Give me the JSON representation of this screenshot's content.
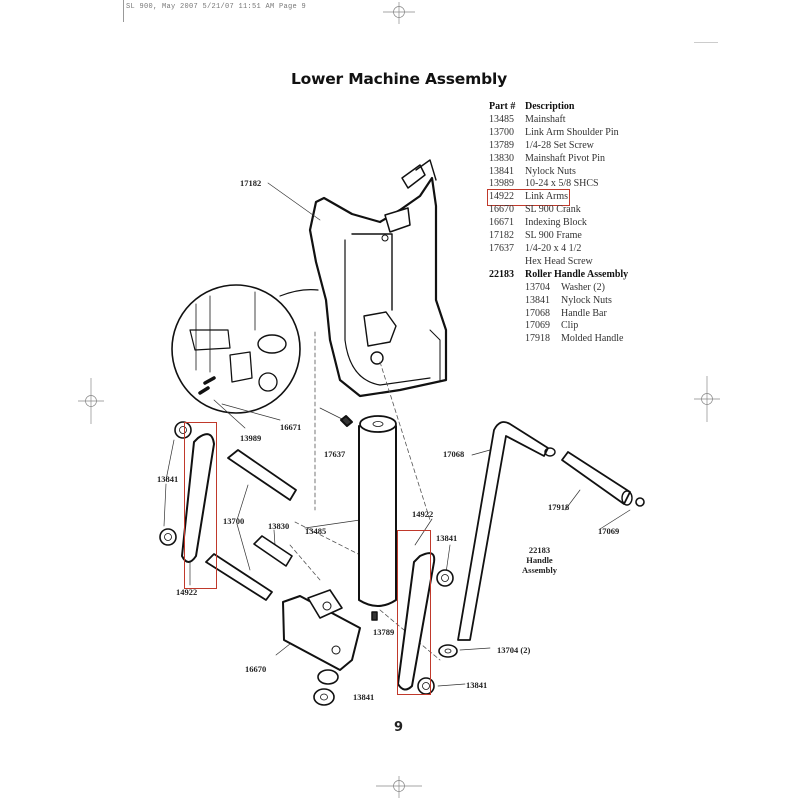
{
  "slug": "SL 900, May 2007  5/21/07  11:51 AM  Page 9",
  "title": "Lower Machine Assembly",
  "parts_list": {
    "header": {
      "part": "Part #",
      "description": "Description"
    },
    "items": [
      {
        "part": "13485",
        "description": "Mainshaft"
      },
      {
        "part": "13700",
        "description": "Link Arm Shoulder Pin"
      },
      {
        "part": "13789",
        "description": "1/4-28 Set Screw"
      },
      {
        "part": "13830",
        "description": "Mainshaft Pivot Pin"
      },
      {
        "part": "13841",
        "description": "Nylock Nuts"
      },
      {
        "part": "13989",
        "description": "10-24 x 5/8 SHCS"
      },
      {
        "part": "14922",
        "description": "Link Arms"
      },
      {
        "part": "16670",
        "description": "SL 900 Crank"
      },
      {
        "part": "16671",
        "description": "Indexing Block"
      },
      {
        "part": "17182",
        "description": "SL 900 Frame"
      },
      {
        "part": "17637",
        "description": "1/4-20 x 4 1/2"
      },
      {
        "part": "",
        "description": "Hex Head Screw"
      }
    ],
    "assembly": {
      "part": "22183",
      "description": "Roller Handle Assembly",
      "items": [
        {
          "part": "13704",
          "description": "Washer (2)"
        },
        {
          "part": "13841",
          "description": "Nylock Nuts"
        },
        {
          "part": "17068",
          "description": "Handle Bar"
        },
        {
          "part": "17069",
          "description": "Clip"
        },
        {
          "part": "17918",
          "description": "Molded Handle"
        }
      ]
    },
    "highlight_color": "#c0392b"
  },
  "callouts": {
    "frame": "17182",
    "indexing_block": "16671",
    "shcs": "13989",
    "hex_screw": "17637",
    "handle_bar": "17068",
    "nut_left_top": "13841",
    "shoulder_pin": "13700",
    "pivot_pin": "13830",
    "mainshaft": "13485",
    "link_arm_left": "14922",
    "link_arm_right": "14922",
    "nut_right": "13841",
    "molded_handle": "17918",
    "clip": "17069",
    "set_screw": "13789",
    "crank": "16670",
    "washer": "13704 (2)",
    "nut_bottom_right": "13841",
    "nut_bottom_left": "13841"
  },
  "handle_assembly_label": {
    "number": "22183",
    "line1": "Handle",
    "line2": "Assembly"
  },
  "page_number": "9"
}
